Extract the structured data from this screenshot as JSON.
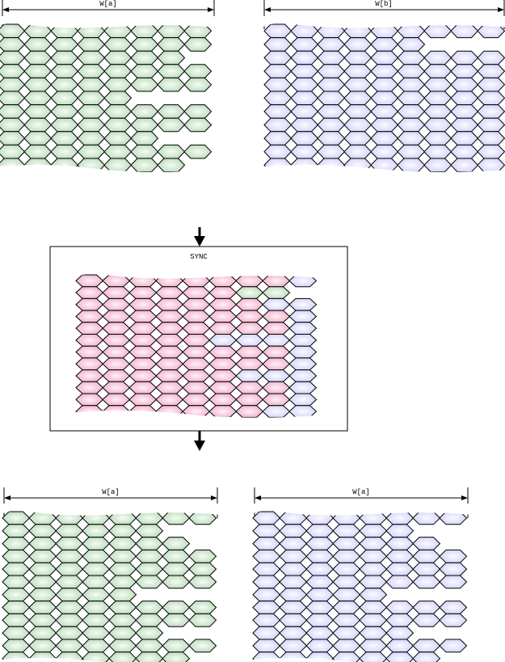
{
  "diagram": {
    "colors": {
      "green": "#b9dcb9",
      "blue": "#d6d6fb",
      "pink": "#f6b3cf",
      "outline": "#000000"
    },
    "top_left": {
      "label": "W[a]",
      "fill": "green",
      "rows": [
        "gggggggg",
        "gggggggg",
        "ggggggg.",
        "gggggggg",
        "gggggggg",
        "ggggg...",
        "gggggggg",
        "gggggggg",
        "gggggg..",
        "gggggggg",
        "ggggggg."
      ]
    },
    "top_right": {
      "label": "W[b]",
      "fill": "blue",
      "rows": [
        "bbbbbbbbb",
        "bbbbbb...",
        "bbbbbbbbb",
        "bbbbbbbbb",
        "bbbbbbbbb",
        "bbbbbbbbb",
        "bbbbbbbbb",
        "bbbbbbbbb",
        "bbbbbbbbb",
        "bbbbbbbbb",
        "bbbbbbbbb"
      ]
    },
    "sync": {
      "label": "SYNC",
      "rows": [
        "ppppppppb",
        "ppppppgg.",
        "pppppppbb",
        "ppppppppb",
        "ppppppppb",
        "pppppbbbb",
        "ppppppppb",
        "ppppppppb",
        "ppppppbbb",
        "ppppppppb",
        "ppppppppb",
        "pppppppbb"
      ]
    },
    "bottom_left": {
      "label": "W[a]",
      "fill": "green",
      "rows": [
        "gggggggg",
        "gggggg..",
        "ggggggg.",
        "gggggggg",
        "gggggggg",
        "gggggggg",
        "ggggg...",
        "gggggggg",
        "gggggggg",
        "gggggg..",
        "gggggggg",
        "ggggggg."
      ]
    },
    "bottom_right": {
      "label": "W[a]",
      "fill": "blue",
      "rows": [
        "bbbbbbbb",
        "bbbbbb..",
        "bbbbbbb.",
        "bbbbbbbb",
        "bbbbbbbb",
        "bbbbbbbb",
        "bbbbb...",
        "bbbbbbbb",
        "bbbbbbbb",
        "bbbbbb..",
        "bbbbbbbb",
        "bbbbbbb."
      ]
    },
    "arrows": [
      "arrow-into-sync",
      "arrow-out-of-sync"
    ]
  }
}
